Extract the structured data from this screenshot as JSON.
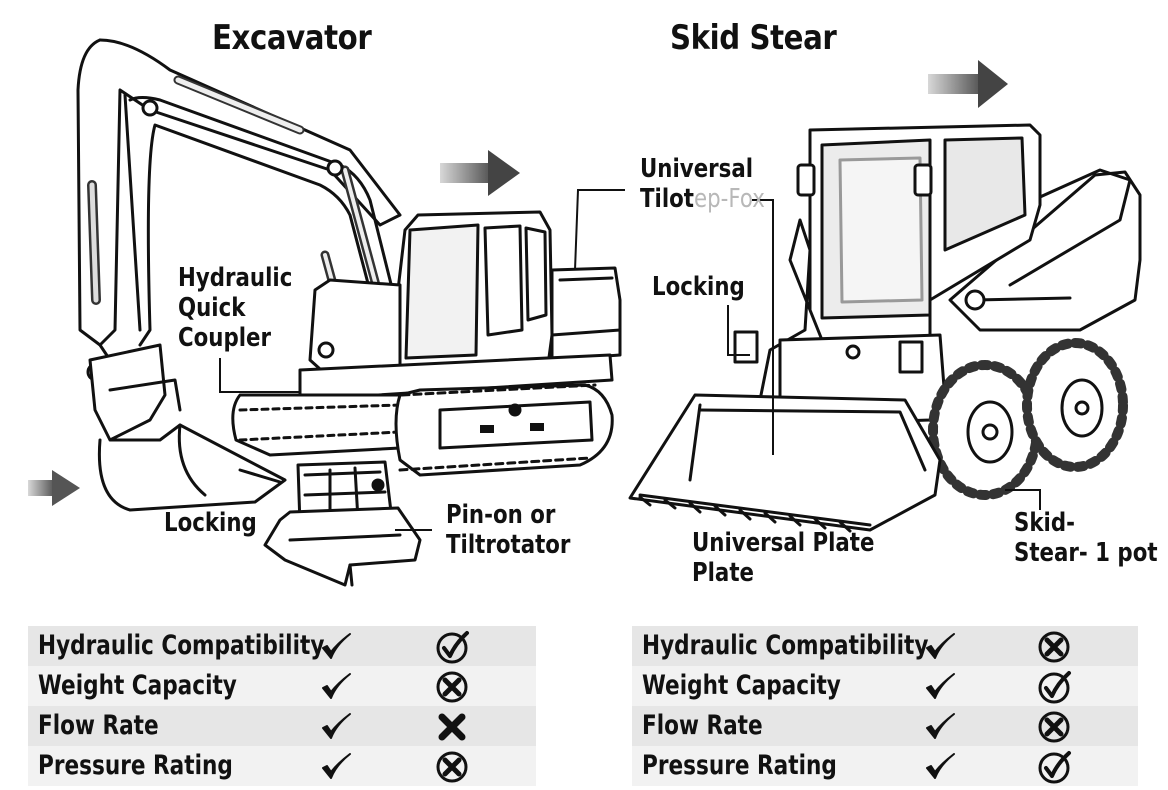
{
  "excavator": {
    "title": "Excavator",
    "labels": {
      "quick_coupler": [
        "Hydraulic",
        "Quick",
        "Coupler"
      ],
      "locking": "Locking",
      "pin_on": [
        "Pin-on or",
        "Tiltrotator"
      ]
    }
  },
  "skid_steer": {
    "title": "Skid Stear",
    "labels": {
      "universal_tilot": [
        "Universal",
        "Tilot"
      ],
      "faded_suffix": "ep-Fox",
      "locking": "Locking",
      "universal_plate": [
        "Universal Plate",
        "Plate"
      ],
      "skid_stear": [
        "Skid-",
        "Stear- 1 pot"
      ]
    }
  },
  "tables": {
    "left": [
      {
        "name": "Hydraulic Compatibility",
        "c1": "check",
        "c2": "circle-check"
      },
      {
        "name": "Weight Capacity",
        "c1": "check",
        "c2": "circle-x"
      },
      {
        "name": "Flow Rate",
        "c1": "check",
        "c2": "x"
      },
      {
        "name": "Pressure Rating",
        "c1": "check",
        "c2": "circle-x"
      }
    ],
    "right": [
      {
        "name": "Hydraulic Compatibility",
        "c1": "check",
        "c2": "circle-x"
      },
      {
        "name": "Weight Capacity",
        "c1": "check",
        "c2": "circle-check"
      },
      {
        "name": "Flow Rate",
        "c1": "check",
        "c2": "circle-x"
      },
      {
        "name": "Pressure Rating",
        "c1": "check",
        "c2": "circle-check"
      }
    ]
  }
}
